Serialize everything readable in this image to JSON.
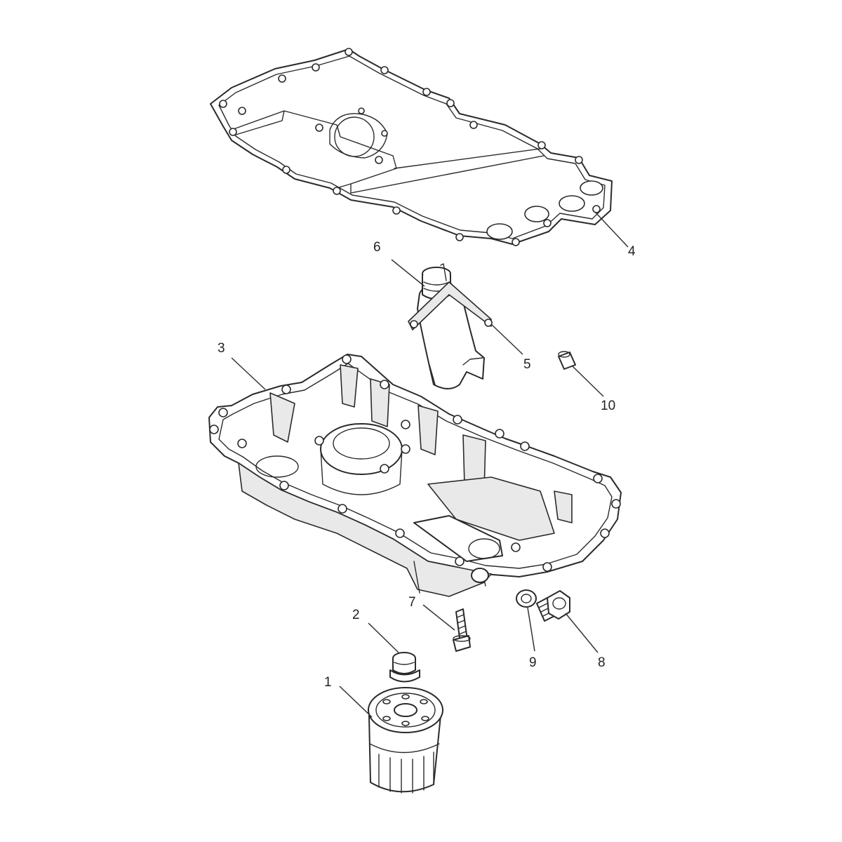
{
  "callouts": {
    "c1": "1",
    "c2": "2",
    "c3": "3",
    "c4": "4",
    "c5": "5",
    "c6": "6",
    "c7": "7",
    "c8": "8",
    "c9": "9",
    "c10": "10"
  },
  "colors": {
    "line": "#2a2a2a",
    "background": "#ffffff",
    "shade": "#e9e9e9"
  }
}
